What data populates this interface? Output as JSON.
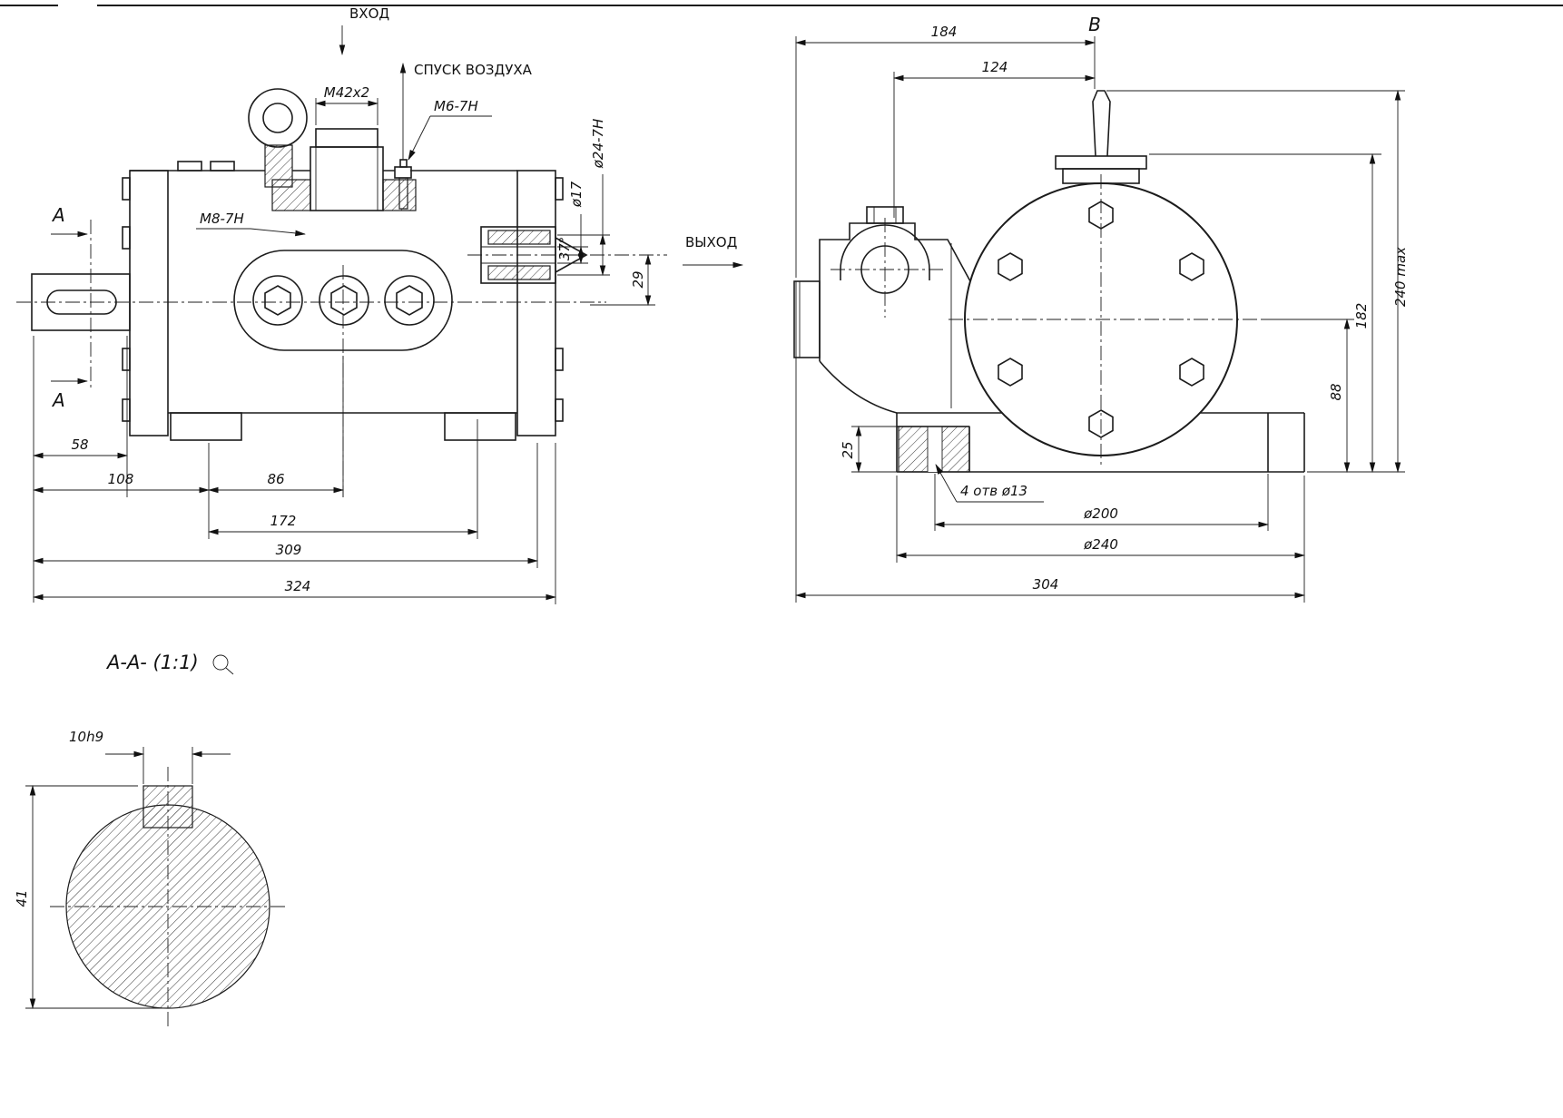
{
  "page": {
    "bg": "#ffffff",
    "line_color": "#1c1c1c"
  },
  "side_view": {
    "flow": {
      "inlet": "ВХОД",
      "air_release": "СПУСК ВОЗДУХА",
      "outlet": "ВЫХОД"
    },
    "callouts": {
      "plug_thread": "M42x2",
      "air_valve_thread": "M6-7H",
      "eye_thread": "M8-7H",
      "outlet_thread": "ø24-7H",
      "outlet_bore": "ø17",
      "cone_angle": "37°",
      "outlet_depth": "29"
    },
    "section_marks": {
      "top": "A",
      "bottom": "A"
    },
    "dims": {
      "d58": "58",
      "d108": "108",
      "d86": "86",
      "d172": "172",
      "d309": "309",
      "d324": "324"
    }
  },
  "front_view": {
    "view_mark": "В",
    "dims": {
      "d184": "184",
      "d124": "124",
      "height_max": "240 max",
      "d182": "182",
      "d88": "88",
      "d25": "25",
      "holes_note": "4 отв ø13",
      "bolt_circle": "ø200",
      "base_circle": "ø240",
      "d304": "304"
    }
  },
  "section_view": {
    "title": "А-А- (1:1)",
    "dims": {
      "key_width": "10h9",
      "d41": "41"
    }
  }
}
